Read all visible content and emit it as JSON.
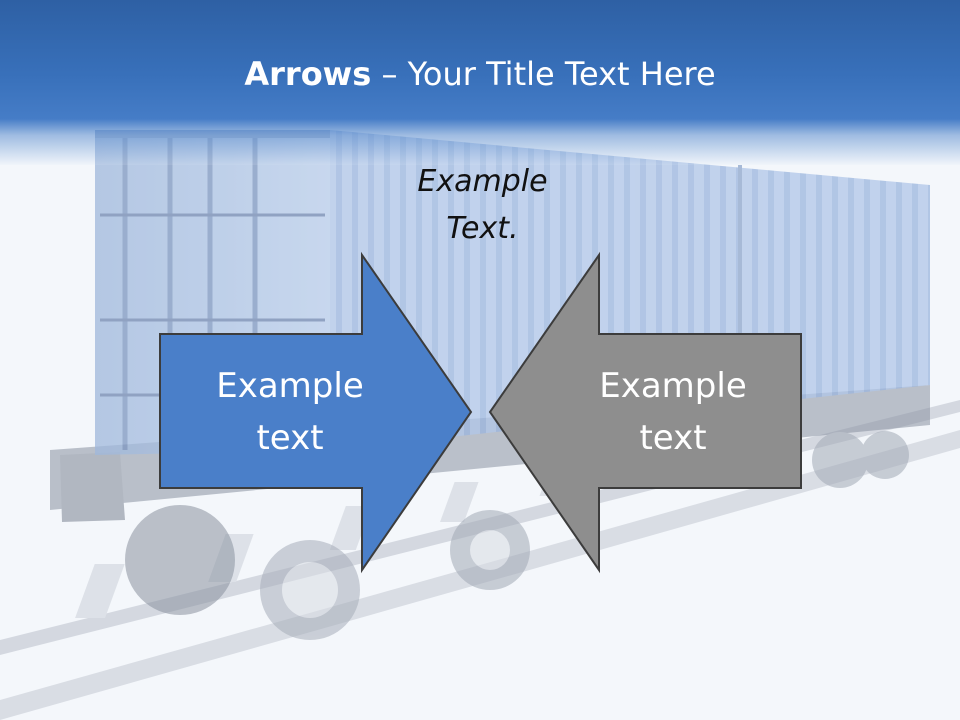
{
  "title": {
    "bold": "Arrows",
    "separator": " – ",
    "rest": "Your Title Text Here"
  },
  "caption": {
    "line1": "Example",
    "line2": "Text."
  },
  "arrows": {
    "left": {
      "line1": "Example",
      "line2": "text",
      "direction": "right",
      "color": "#4a7fc9"
    },
    "right": {
      "line1": "Example",
      "line2": "text",
      "direction": "left",
      "color": "#8e8e8e"
    }
  },
  "colors": {
    "title_band": "#3a72bd",
    "title_text": "#ffffff",
    "arrow_outline": "#3c3c3c"
  }
}
